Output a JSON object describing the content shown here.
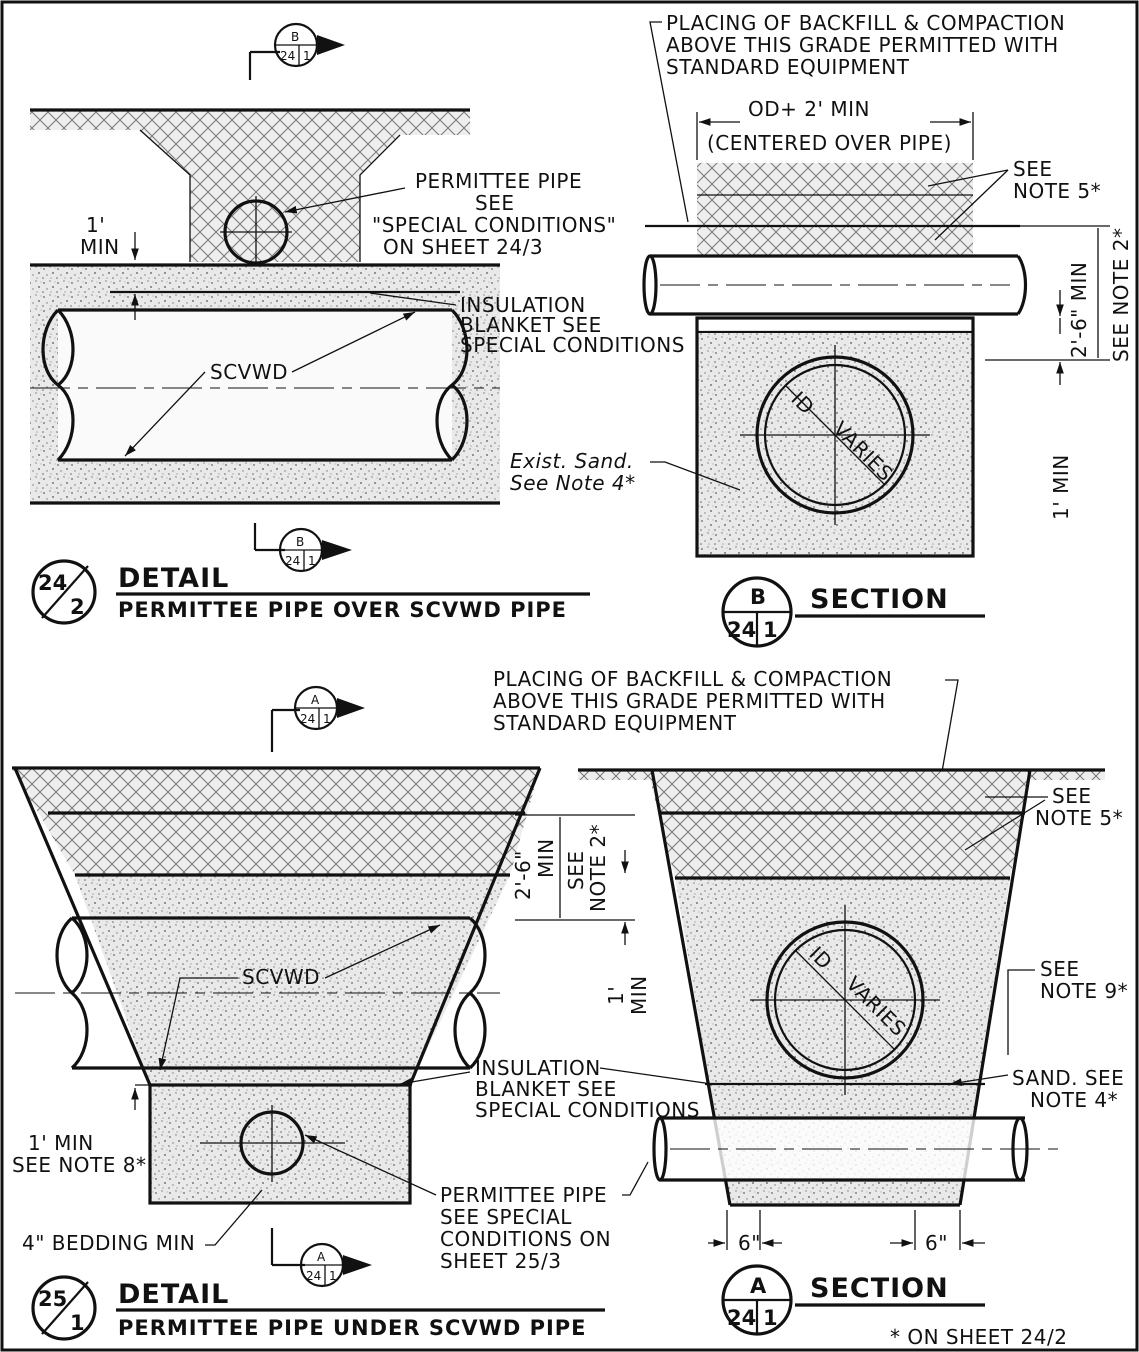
{
  "detail_top": {
    "title": "DETAIL",
    "subtitle": "PERMITTEE PIPE OVER SCVWD PIPE",
    "bubble_top": "24",
    "bubble_bottom": "2",
    "cut_marker_top": {
      "letter": "B",
      "sheet": "24",
      "page": "1"
    },
    "cut_marker_bottom": {
      "letter": "B",
      "sheet": "24",
      "page": "1"
    },
    "labels": {
      "permittee_1": "PERMITTEE PIPE",
      "permittee_2": "SEE",
      "permittee_3": "\"SPECIAL CONDITIONS\"",
      "permittee_4": "ON SHEET 24/3",
      "min_1": "1'",
      "min_2": "MIN",
      "insulation_1": "INSULATION",
      "insulation_2": "BLANKET SEE",
      "insulation_3": "SPECIAL CONDITIONS",
      "scvwd": "SCVWD"
    }
  },
  "section_b": {
    "title": "SECTION",
    "letter": "B",
    "sheet": "24",
    "page": "1",
    "labels": {
      "placing_1": "PLACING OF BACKFILL & COMPACTION",
      "placing_2": "ABOVE THIS GRADE PERMITTED WITH",
      "placing_3": "STANDARD EQUIPMENT",
      "od": "OD+ 2' MIN",
      "centered": "(CENTERED OVER PIPE)",
      "see_note5_1": "SEE",
      "see_note5_2": "NOTE 5*",
      "dim_min": "2'-6\" MIN",
      "see_note2": "SEE NOTE 2*",
      "id_1": "ID",
      "id_2": "VARIES",
      "exist_1": "Exist. Sand.",
      "exist_2": "See Note 4*",
      "one_min": "1' MIN"
    }
  },
  "detail_bottom": {
    "title": "DETAIL",
    "subtitle": "PERMITTEE PIPE UNDER SCVWD PIPE",
    "bubble_top": "25",
    "bubble_bottom": "1",
    "cut_marker_top": {
      "letter": "A",
      "sheet": "24",
      "page": "1"
    },
    "cut_marker_bottom": {
      "letter": "A",
      "sheet": "24",
      "page": "1"
    },
    "labels": {
      "dim_1": "2'-6\"",
      "dim_2": "MIN",
      "see_1": "SEE",
      "see_2": "NOTE 2*",
      "scvwd": "SCVWD",
      "one_min_1": "1'",
      "one_min_2": "MIN",
      "min_1": "1' MIN",
      "min_2": "SEE NOTE 8*",
      "bedding": "4\" BEDDING MIN",
      "insulation_1": "INSULATION",
      "insulation_2": "BLANKET SEE",
      "insulation_3": "SPECIAL CONDITIONS",
      "permittee_1": "PERMITTEE PIPE",
      "permittee_2": "SEE SPECIAL",
      "permittee_3": "CONDITIONS ON",
      "permittee_4": "SHEET 25/3"
    }
  },
  "section_a": {
    "title": "SECTION",
    "letter": "A",
    "sheet": "24",
    "page": "1",
    "labels": {
      "placing_1": "PLACING OF BACKFILL & COMPACTION",
      "placing_2": "ABOVE THIS GRADE PERMITTED WITH",
      "placing_3": "STANDARD EQUIPMENT",
      "see_note5_1": "SEE",
      "see_note5_2": "NOTE 5*",
      "see_note9_1": "SEE",
      "see_note9_2": "NOTE 9*",
      "id_1": "ID",
      "id_2": "VARIES",
      "sand_1": "SAND. SEE",
      "sand_2": "NOTE 4*",
      "six_left": "6\"",
      "six_right": "6\""
    }
  },
  "footnote": "* ON SHEET 24/2"
}
